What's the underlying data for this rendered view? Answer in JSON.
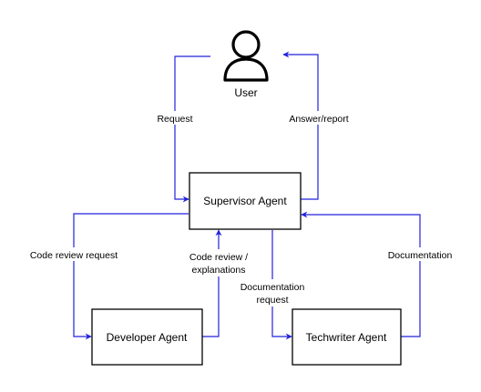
{
  "colors": {
    "edge": "#2222dd",
    "node_border": "#000000",
    "text": "#000000",
    "background": "#ffffff"
  },
  "user": {
    "icon": "user-icon",
    "label": "User"
  },
  "nodes": {
    "supervisor": "Supervisor Agent",
    "developer": "Developer Agent",
    "techwriter": "Techwriter Agent"
  },
  "edges": {
    "request": "Request",
    "answer_report": "Answer/report",
    "code_review_request": "Code review request",
    "code_review_explanations": [
      "Code review /",
      "explanations"
    ],
    "documentation_request": [
      "Documentation",
      "request"
    ],
    "documentation": "Documentation"
  }
}
